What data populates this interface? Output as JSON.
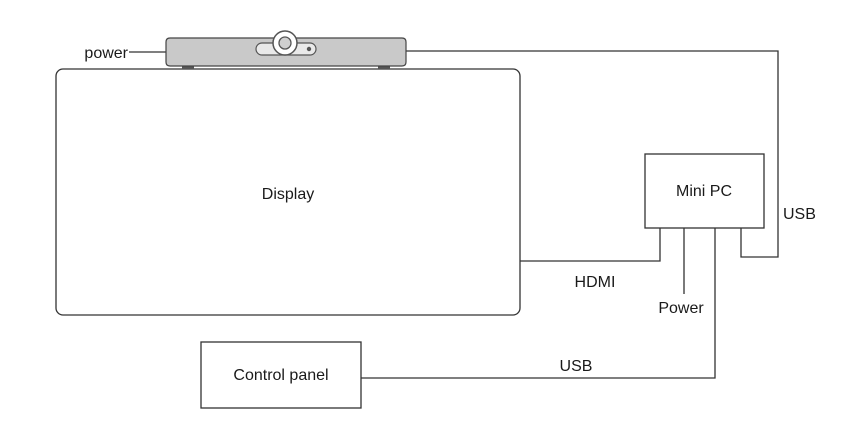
{
  "nodes": {
    "display": {
      "label": "Display"
    },
    "mini_pc": {
      "label": "Mini PC"
    },
    "control_panel": {
      "label": "Control panel"
    }
  },
  "connections": {
    "camera_power": {
      "label": "power"
    },
    "camera_to_mini_pc": {
      "label": "USB"
    },
    "display_to_mini_pc": {
      "label": "HDMI"
    },
    "mini_pc_power": {
      "label": "Power"
    },
    "mini_pc_to_control_panel": {
      "label": "USB"
    }
  },
  "colors": {
    "line": "#333333",
    "text": "#1a1a1a",
    "camera_body": "#c9c9c9",
    "camera_dark": "#555555"
  }
}
